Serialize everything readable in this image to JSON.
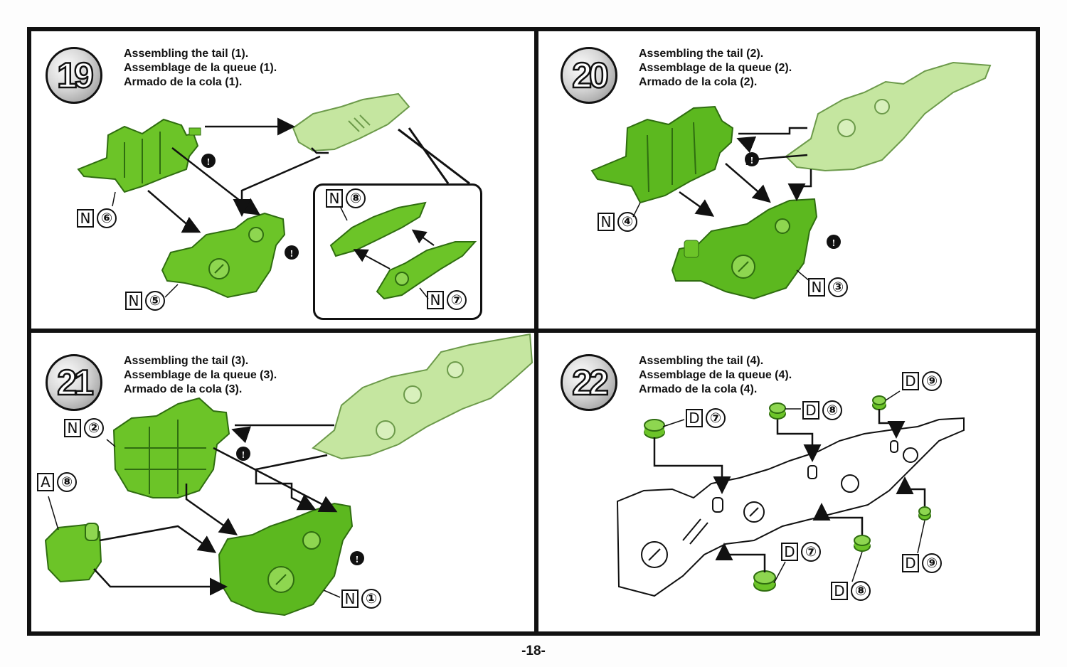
{
  "page_number": "-18-",
  "colors": {
    "part_green": "#6cc428",
    "part_green_dark": "#2f6d10",
    "part_light": "#c5e6a0",
    "part_light_dark": "#6c9a4a",
    "line": "#111111"
  },
  "steps": [
    {
      "number": "19",
      "title_en": "Assembling the tail (1).",
      "title_fr": "Assemblage de la queue (1).",
      "title_es": "Armado de la cola (1).",
      "parts": [
        {
          "letter": "N",
          "num": "⑥"
        },
        {
          "letter": "N",
          "num": "⑤"
        }
      ],
      "callout_parts": [
        {
          "letter": "N",
          "num": "⑧"
        },
        {
          "letter": "N",
          "num": "⑦"
        }
      ]
    },
    {
      "number": "20",
      "title_en": "Assembling the tail (2).",
      "title_fr": "Assemblage de la queue (2).",
      "title_es": "Armado de la cola (2).",
      "parts": [
        {
          "letter": "N",
          "num": "④"
        },
        {
          "letter": "N",
          "num": "③"
        }
      ]
    },
    {
      "number": "21",
      "title_en": "Assembling the tail (3).",
      "title_fr": "Assemblage de la queue (3).",
      "title_es": "Armado de la cola (3).",
      "parts": [
        {
          "letter": "N",
          "num": "②"
        },
        {
          "letter": "A",
          "num": "⑧"
        },
        {
          "letter": "N",
          "num": "①"
        }
      ]
    },
    {
      "number": "22",
      "title_en": "Assembling the tail (4).",
      "title_fr": "Assemblage de la queue (4).",
      "title_es": "Armado de la cola (4).",
      "parts": [
        {
          "letter": "D",
          "num": "⑦"
        },
        {
          "letter": "D",
          "num": "⑧"
        },
        {
          "letter": "D",
          "num": "⑨"
        },
        {
          "letter": "D",
          "num": "⑦"
        },
        {
          "letter": "D",
          "num": "⑧"
        },
        {
          "letter": "D",
          "num": "⑨"
        }
      ]
    }
  ]
}
